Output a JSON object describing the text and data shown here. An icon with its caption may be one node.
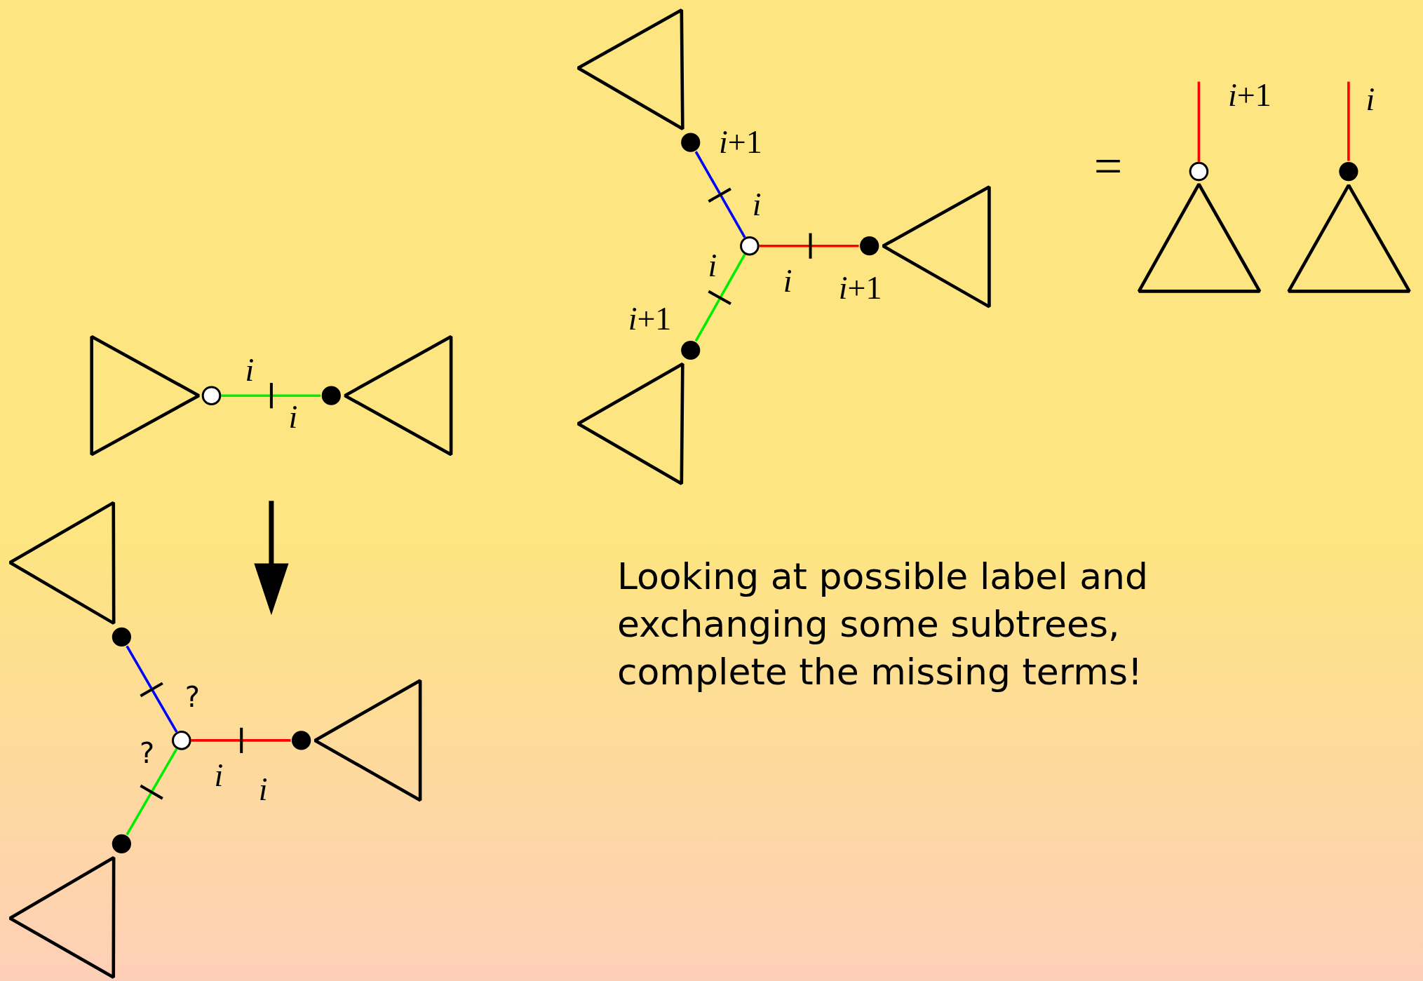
{
  "diagram": {
    "nodes": [
      {
        "text": [],
        "shape": "triangle"
      },
      {
        "text": [],
        "shape": "circle"
      },
      {
        "text": [],
        "shape": "dot"
      },
      {
        "text": [],
        "shape": "triangle"
      },
      {
        "text": [],
        "shape": "triangle"
      },
      {
        "text": [],
        "shape": "dot"
      },
      {
        "text": [],
        "shape": "circle"
      },
      {
        "text": [],
        "shape": "dot"
      },
      {
        "text": [],
        "shape": "triangle"
      },
      {
        "text": [],
        "shape": "dot"
      },
      {
        "text": [],
        "shape": "triangle"
      },
      {
        "text": [],
        "shape": "circle"
      },
      {
        "text": [],
        "shape": "triangle"
      },
      {
        "text": [],
        "shape": "dot"
      },
      {
        "text": [],
        "shape": "triangle"
      },
      {
        "text": [],
        "shape": "triangle"
      },
      {
        "text": [],
        "shape": "dot"
      },
      {
        "text": [],
        "shape": "circle"
      },
      {
        "text": [],
        "shape": "dot"
      },
      {
        "text": [],
        "shape": "triangle"
      },
      {
        "text": [],
        "shape": "dot"
      },
      {
        "text": [],
        "shape": "triangle"
      }
    ],
    "edges": [
      {
        "from": 1,
        "to": 2,
        "arrow": "none",
        "color": "#00ee00"
      },
      {
        "from": 6,
        "to": 5,
        "arrow": "none",
        "color": "#0000ff"
      },
      {
        "from": 6,
        "to": 7,
        "arrow": "none",
        "color": "#ff0000"
      },
      {
        "from": 6,
        "to": 9,
        "arrow": "none",
        "color": "#00ee00"
      },
      {
        "from": null,
        "to": 11,
        "arrow": "none",
        "color": "#ff0000"
      },
      {
        "from": null,
        "to": 13,
        "arrow": "none",
        "color": "#ff0000"
      },
      {
        "from": 17,
        "to": 16,
        "arrow": "none",
        "color": "#0000ff"
      },
      {
        "from": 17,
        "to": 18,
        "arrow": "none",
        "color": "#ff0000"
      },
      {
        "from": 17,
        "to": 20,
        "arrow": "none",
        "color": "#00ee00"
      }
    ],
    "labels": [
      "*i*+1",
      "*i*+1",
      "i",
      "=",
      "i",
      "i",
      "i",
      "*i*+1",
      "*i*+1",
      "i",
      "i",
      "Looking at possible label and exchanging some subtrees, complete the missing terms!",
      "?",
      "?",
      "i",
      "i"
    ]
  }
}
